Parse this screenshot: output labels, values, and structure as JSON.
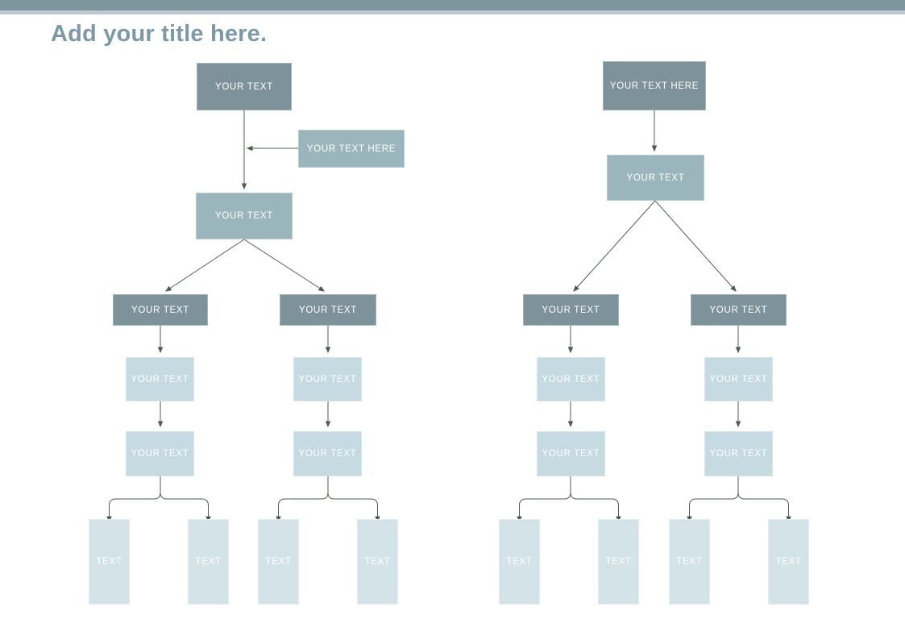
{
  "page": {
    "title": "Add your title here."
  },
  "colors": {
    "topbar": "#7e959e",
    "topbar-edge": "#bccbd1",
    "title": "#7d99a7",
    "box-dark": "#7e929b",
    "box-medium": "#9bb5bd",
    "box-light": "#c6dbe1",
    "box-pale": "#d4e3e8",
    "line": "#4e5f4e"
  },
  "left_tree": {
    "root": "YOUR TEXT",
    "side_note": "YOUR TEXT HERE",
    "mid": "YOUR TEXT",
    "branches": [
      "YOUR TEXT",
      "YOUR TEXT"
    ],
    "subs": [
      "YOUR TEXT",
      "YOUR TEXT",
      "YOUR TEXT",
      "YOUR TEXT"
    ],
    "leaves": [
      "TEXT",
      "TEXT",
      "TEXT",
      "TEXT"
    ]
  },
  "right_tree": {
    "root": "YOUR TEXT HERE",
    "mid": "YOUR TEXT",
    "branches": [
      "YOUR TEXT",
      "YOUR TEXT"
    ],
    "subs": [
      "YOUR TEXT",
      "YOUR TEXT",
      "YOUR TEXT",
      "YOUR TEXT"
    ],
    "leaves": [
      "TEXT",
      "TEXT",
      "TEXT",
      "TEXT"
    ]
  }
}
